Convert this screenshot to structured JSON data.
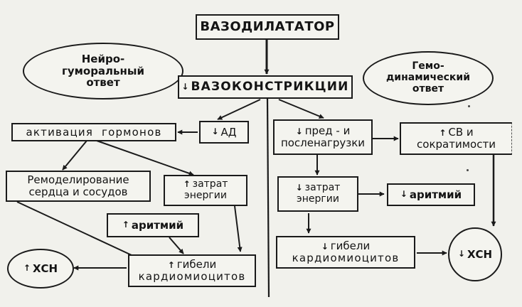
{
  "nodes": {
    "vasodilator": "ВАЗОДИЛАТАТОР",
    "vasoconstriction": {
      "arrow": "↓",
      "text": "ВАЗОКОНСТРИКЦИИ"
    },
    "neurohumoral": [
      "Нейро-",
      "гумораль­ный",
      "ответ"
    ],
    "hemodynamic": [
      "Гемо-",
      "динамический",
      "ответ"
    ],
    "hormone_activation": "активация  гормонов",
    "blood_pressure": {
      "arrow": "↓",
      "text": "АД"
    },
    "preload": {
      "arrow": "↓",
      "lines": [
        "пред - и",
        "посленагрузки"
      ]
    },
    "cardiac_output": {
      "arrow": "↑",
      "lines": [
        "СВ   и",
        "сократимости"
      ]
    },
    "remodeling": [
      "Ремоделирование",
      "сердца и сосудов"
    ],
    "energy_up": {
      "arrow": "↑",
      "lines": [
        "затрат",
        "энергии"
      ]
    },
    "arrhythmia_up": {
      "arrow": "↑",
      "text": "аритмий"
    },
    "energy_down": {
      "arrow": "↓",
      "lines": [
        "затрат",
        "энергии"
      ]
    },
    "arrhythmia_down": {
      "arrow": "↓",
      "text": "аритмий"
    },
    "cardiomyocyte_up": {
      "arrow": "↑",
      "lines": [
        "гибели",
        "кардиомиоцитов"
      ]
    },
    "cardiomyocyte_down": {
      "arrow": "↓",
      "lines": [
        "гибели",
        "кардиомиоцитов"
      ]
    },
    "hf_up": {
      "arrow": "↑",
      "text": "ХСН"
    },
    "hf_down": {
      "arrow": "↓",
      "text": "ХСН"
    }
  },
  "colors": {
    "ink": "#1a1a1a",
    "paper": "#f1f1ec"
  }
}
